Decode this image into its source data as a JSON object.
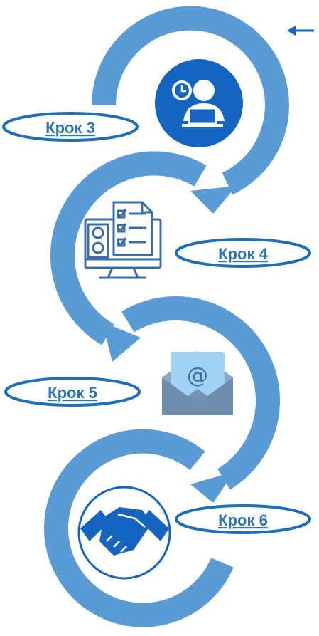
{
  "colors": {
    "arc": "#5b9bd5",
    "pill_stroke": "#1f6fb8",
    "label": "#2e75b6",
    "icon_dark": "#1565c0",
    "icon_outline": "#3c6ea6",
    "envelope_back": "#8aa9c6",
    "envelope_front": "#6f8eae",
    "envelope_letter": "#9fd2f5"
  },
  "icons": [
    "back-arrow-icon",
    "user-clock-icon",
    "checklist-monitor-icon",
    "email-envelope-icon",
    "handshake-icon"
  ],
  "steps": [
    {
      "label": "Крок 3",
      "icon": "user-clock-icon"
    },
    {
      "label": "Крок 4",
      "icon": "checklist-monitor-icon"
    },
    {
      "label": "Крок 5",
      "icon": "email-envelope-icon"
    },
    {
      "label": "Крок 6",
      "icon": "handshake-icon"
    }
  ]
}
